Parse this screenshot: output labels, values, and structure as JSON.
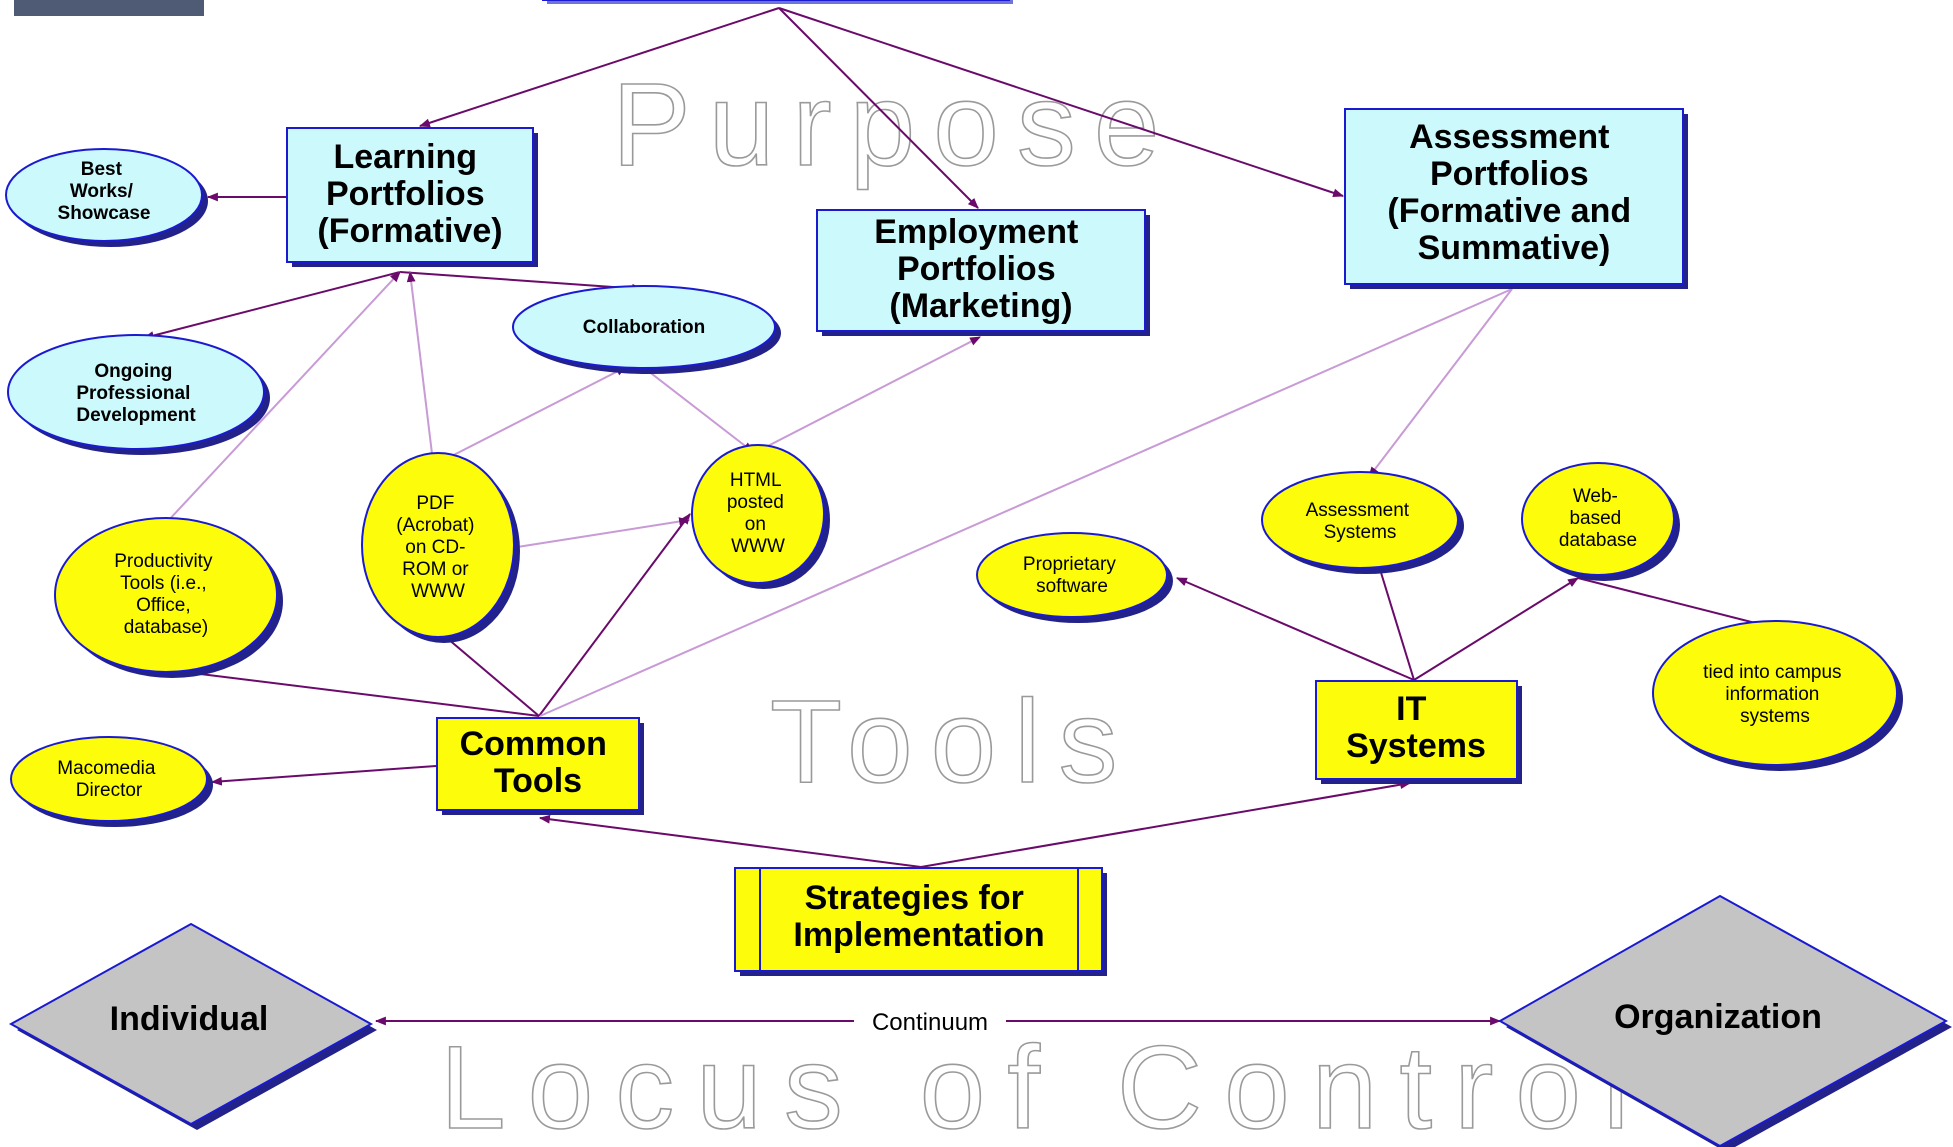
{
  "watermarks": {
    "purpose": "Purpose",
    "tools": "Tools",
    "locus": "Locus of Control"
  },
  "boxes": {
    "learning": [
      "Learning",
      "Portfolios",
      "(Formative)"
    ],
    "employment": [
      "Employment",
      "Portfolios",
      "(Marketing)"
    ],
    "assessment": [
      "Assessment",
      "Portfolios",
      "(Formative and",
      "Summative)"
    ],
    "common_tools": [
      "Common",
      "Tools"
    ],
    "it_systems": [
      "IT",
      "Systems"
    ],
    "strategies": [
      "Strategies for",
      "Implementation"
    ]
  },
  "purpose_ovals": {
    "best_works": [
      "Best",
      "Works/",
      "Showcase"
    ],
    "ongoing": [
      "Ongoing",
      "Professional",
      "Development"
    ],
    "collaboration": [
      "Collaboration"
    ]
  },
  "tool_ovals": {
    "productivity": [
      "Productivity",
      "Tools  (i.e.,",
      "Office,",
      "database)"
    ],
    "pdf": [
      "PDF",
      "(Acrobat)",
      "on CD-",
      "ROM or",
      "WWW"
    ],
    "html": [
      "HTML",
      "posted",
      "on",
      "WWW"
    ],
    "macromedia": [
      "Macomedia",
      "Director"
    ],
    "proprietary": [
      "Proprietary",
      "software"
    ],
    "assessment_systems": [
      "Assessment",
      "Systems"
    ],
    "web_db": [
      "Web-",
      "based",
      "database"
    ],
    "campus": [
      "tied into campus",
      "information",
      "systems"
    ]
  },
  "locus": {
    "individual": "Individual",
    "organization": "Organization",
    "continuum": "Continuum"
  },
  "colors": {
    "cyan_fill": "#ccf9fc",
    "yellow_fill": "#fdfc0a",
    "gray_fill": "#c4c4c4",
    "blue_outline": "#1a1ad0",
    "shadow": "#22228a",
    "strong_arrow": "#6a0a6a",
    "light_arrow": "#c89ad6"
  }
}
